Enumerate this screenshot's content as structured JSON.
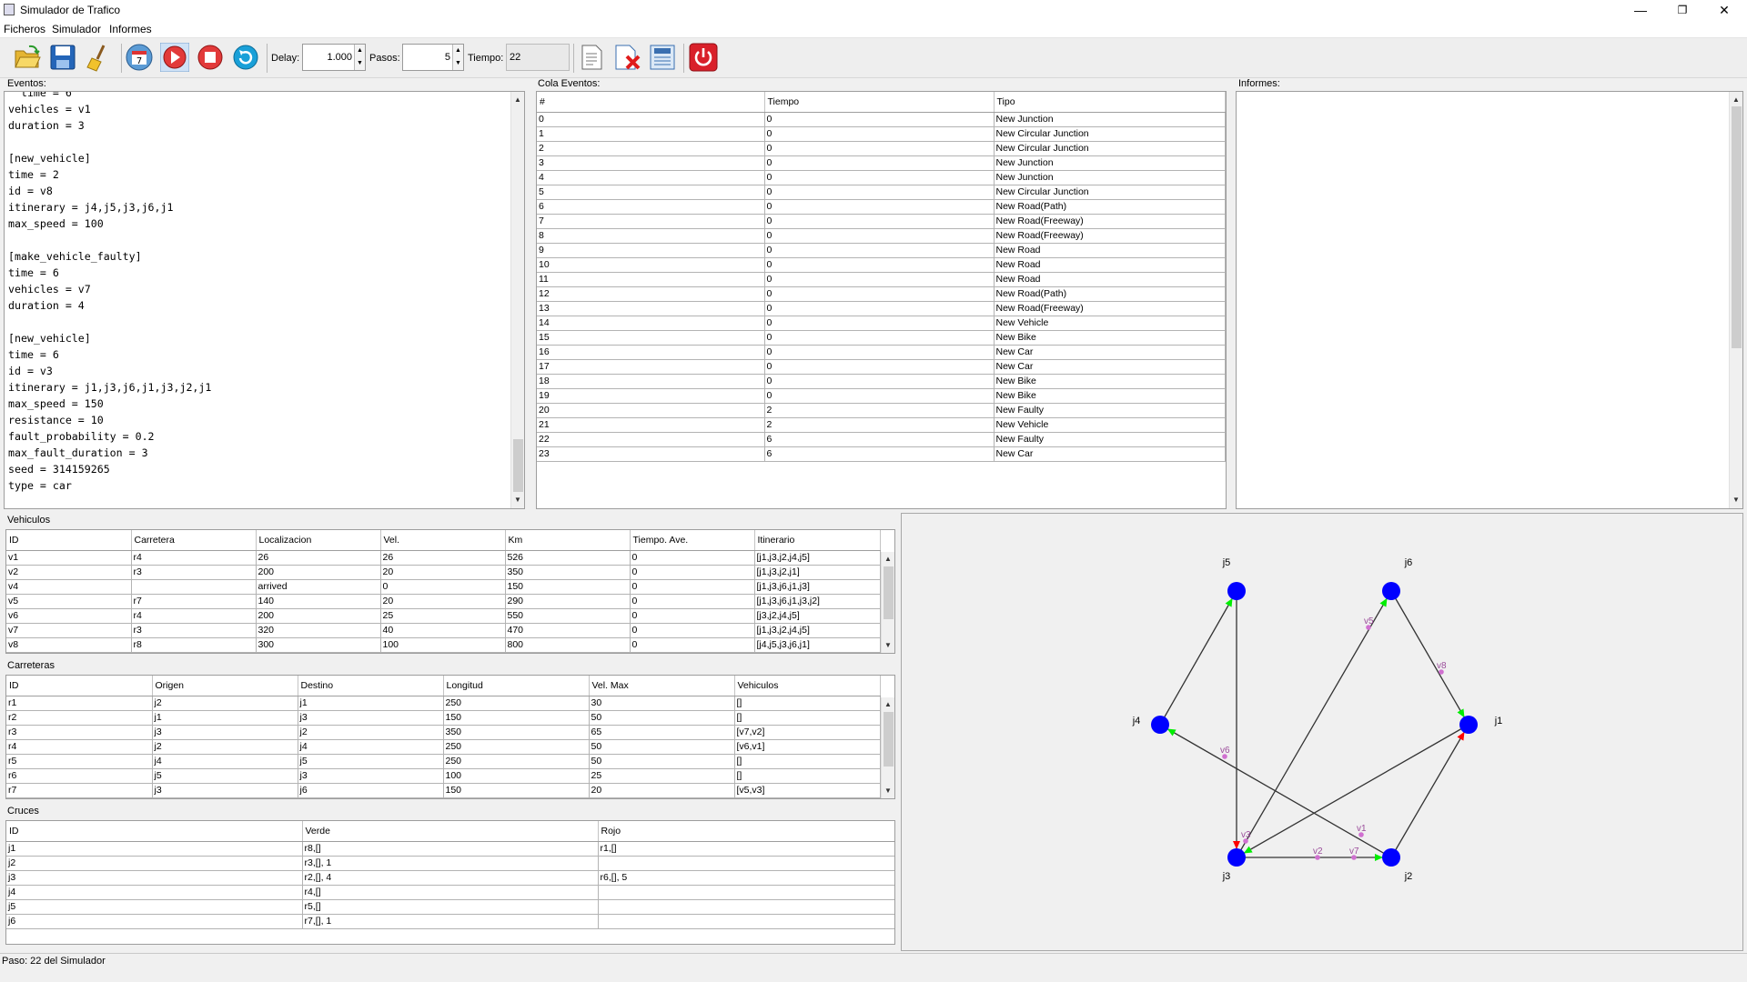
{
  "window": {
    "title": "Simulador de Trafico",
    "minimize": "—",
    "maximize": "❐",
    "close": "✕"
  },
  "menu": [
    "Ficheros",
    "Simulador",
    "Informes"
  ],
  "toolbar": {
    "delay_label": "Delay:",
    "delay_value": "1.000",
    "pasos_label": "Pasos:",
    "pasos_value": "5",
    "tiempo_label": "Tiempo:",
    "tiempo_value": "22",
    "calendar_number": "7"
  },
  "events_panel": {
    "label": "Eventos:",
    "lines": [
      "vehicles = v1",
      "duration = 3",
      "",
      "[new_vehicle]",
      "time = 2",
      "id = v8",
      "itinerary = j4,j5,j3,j6,j1",
      "max_speed = 100",
      "",
      "[make_vehicle_faulty]",
      "time = 6",
      "vehicles = v7",
      "duration = 4",
      "",
      "[new_vehicle]",
      "time = 6",
      "id = v3",
      "itinerary = j1,j3,j6,j1,j3,j2,j1",
      "max_speed = 150",
      "resistance = 10",
      "fault_probability = 0.2",
      "max_fault_duration = 3",
      "seed = 314159265",
      "type = car"
    ]
  },
  "queue_panel": {
    "label": "Cola Eventos:",
    "columns": [
      "#",
      "Tiempo",
      "Tipo"
    ],
    "rows": [
      [
        "0",
        "0",
        "New Junction"
      ],
      [
        "1",
        "0",
        "New Circular Junction"
      ],
      [
        "2",
        "0",
        "New Circular Junction"
      ],
      [
        "3",
        "0",
        "New Junction"
      ],
      [
        "4",
        "0",
        "New Junction"
      ],
      [
        "5",
        "0",
        "New Circular Junction"
      ],
      [
        "6",
        "0",
        "New Road(Path)"
      ],
      [
        "7",
        "0",
        "New Road(Freeway)"
      ],
      [
        "8",
        "0",
        "New Road(Freeway)"
      ],
      [
        "9",
        "0",
        "New Road"
      ],
      [
        "10",
        "0",
        "New Road"
      ],
      [
        "11",
        "0",
        "New Road"
      ],
      [
        "12",
        "0",
        "New Road(Path)"
      ],
      [
        "13",
        "0",
        "New Road(Freeway)"
      ],
      [
        "14",
        "0",
        "New Vehicle"
      ],
      [
        "15",
        "0",
        "New Bike"
      ],
      [
        "16",
        "0",
        "New Car"
      ],
      [
        "17",
        "0",
        "New Car"
      ],
      [
        "18",
        "0",
        "New Bike"
      ],
      [
        "19",
        "0",
        "New Bike"
      ],
      [
        "20",
        "2",
        "New Faulty"
      ],
      [
        "21",
        "2",
        "New Vehicle"
      ],
      [
        "22",
        "6",
        "New Faulty"
      ],
      [
        "23",
        "6",
        "New Car"
      ]
    ]
  },
  "reports_panel": {
    "label": "Informes:"
  },
  "vehicles_panel": {
    "label": "Vehiculos",
    "columns": [
      "ID",
      "Carretera",
      "Localizacion",
      "Vel.",
      "Km",
      "Tiempo. Ave.",
      "Itinerario"
    ],
    "rows": [
      [
        "v1",
        "r4",
        "26",
        "26",
        "526",
        "0",
        "[j1,j3,j2,j4,j5]"
      ],
      [
        "v2",
        "r3",
        "200",
        "20",
        "350",
        "0",
        "[j1,j3,j2,j1]"
      ],
      [
        "v4",
        "",
        "arrived",
        "0",
        "150",
        "0",
        "[j1,j3,j6,j1,j3]"
      ],
      [
        "v5",
        "r7",
        "140",
        "20",
        "290",
        "0",
        "[j1,j3,j6,j1,j3,j2]"
      ],
      [
        "v6",
        "r4",
        "200",
        "25",
        "550",
        "0",
        "[j3,j2,j4,j5]"
      ],
      [
        "v7",
        "r3",
        "320",
        "40",
        "470",
        "0",
        "[j1,j3,j2,j4,j5]"
      ],
      [
        "v8",
        "r8",
        "300",
        "100",
        "800",
        "0",
        "[j4,j5,j3,j6,j1]"
      ]
    ]
  },
  "roads_panel": {
    "label": "Carreteras",
    "columns": [
      "ID",
      "Origen",
      "Destino",
      "Longitud",
      "Vel. Max",
      "Vehiculos"
    ],
    "rows": [
      [
        "r1",
        "j2",
        "j1",
        "250",
        "30",
        "[]"
      ],
      [
        "r2",
        "j1",
        "j3",
        "150",
        "50",
        "[]"
      ],
      [
        "r3",
        "j3",
        "j2",
        "350",
        "65",
        "[v7,v2]"
      ],
      [
        "r4",
        "j2",
        "j4",
        "250",
        "50",
        "[v6,v1]"
      ],
      [
        "r5",
        "j4",
        "j5",
        "250",
        "50",
        "[]"
      ],
      [
        "r6",
        "j5",
        "j3",
        "100",
        "25",
        "[]"
      ],
      [
        "r7",
        "j3",
        "j6",
        "150",
        "20",
        "[v5,v3]"
      ]
    ]
  },
  "junctions_panel": {
    "label": "Cruces",
    "columns": [
      "ID",
      "Verde",
      "Rojo"
    ],
    "rows": [
      [
        "j1",
        "r8,[]",
        "r1,[]"
      ],
      [
        "j2",
        "r3,[], 1",
        ""
      ],
      [
        "j3",
        "r2,[], 4",
        "r6,[], 5"
      ],
      [
        "j4",
        "r4,[]",
        ""
      ],
      [
        "j5",
        "r5,[]",
        ""
      ],
      [
        "j6",
        "r7,[], 1",
        ""
      ]
    ]
  },
  "graph": {
    "junction_color": "#0000ff",
    "green_arrow": "#00ee00",
    "red_arrow": "#ff0000",
    "vehicle_color": "#d070d0",
    "junctions": [
      "j5",
      "j6",
      "j4",
      "j1",
      "j3",
      "j2"
    ],
    "vehicles": [
      "v5",
      "v8",
      "v6",
      "v1",
      "v3",
      "v2",
      "v7"
    ]
  },
  "status": "Paso: 22 del Simulador"
}
